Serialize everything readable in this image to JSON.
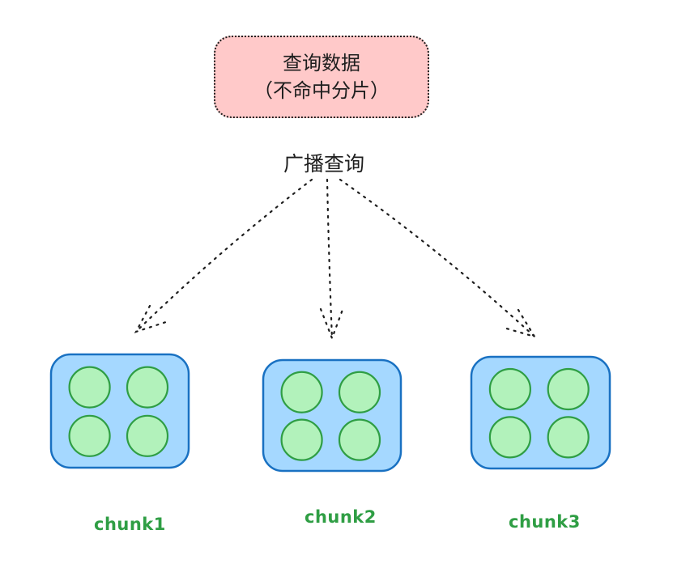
{
  "query_box": {
    "line1": "查询数据",
    "line2": "（不命中分片）",
    "fill": "#ffc9c9",
    "stroke": "#1e1e1e"
  },
  "broadcast_label": "广播查询",
  "arrows": {
    "style": "dotted",
    "count": 3,
    "from": "broadcast-label",
    "to": [
      "chunk1",
      "chunk2",
      "chunk3"
    ]
  },
  "chunks": [
    {
      "label": "chunk1",
      "shard_count": 4
    },
    {
      "label": "chunk2",
      "shard_count": 4
    },
    {
      "label": "chunk3",
      "shard_count": 4
    }
  ],
  "colors": {
    "chunk_fill": "#a5d8ff",
    "chunk_stroke": "#1971c2",
    "shard_fill": "#b2f2bb",
    "shard_stroke": "#2f9e44",
    "label_color": "#2f9e44",
    "arrow_color": "#1e1e1e"
  }
}
